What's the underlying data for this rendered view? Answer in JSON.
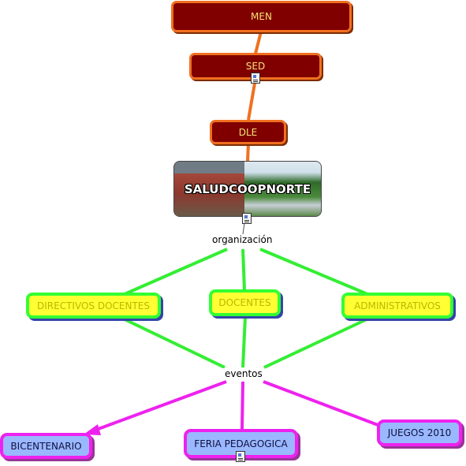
{
  "nodes": {
    "men": "MEN",
    "sed": "SED",
    "dle": "DLE",
    "saludcoop": "SALUDCOOPNORTE",
    "directivos": "DIRECTIVOS DOCENTES",
    "docentes": "DOCENTES",
    "administrativos": "ADMINISTRATIVOS",
    "bicentenario": "BICENTENARIO",
    "feria": "FERIA PEDAGOGICA",
    "juegos": "JUEGOS 2010"
  },
  "linking_phrases": {
    "organizacion": "organización",
    "eventos": "eventos"
  },
  "icons": {
    "sed_resource": "document-icon",
    "saludcoop_resource": "document-icon",
    "feria_resource": "document-icon"
  },
  "colors": {
    "top_fill": "#800000",
    "top_border": "#f07020",
    "mid_fill": "#ffff33",
    "mid_border": "#33ff33",
    "bottom_fill": "#9ab8ff",
    "bottom_border": "#ee22ee",
    "link_orange": "#f07020",
    "link_green": "#33ee33",
    "link_magenta": "#ee22ee"
  }
}
